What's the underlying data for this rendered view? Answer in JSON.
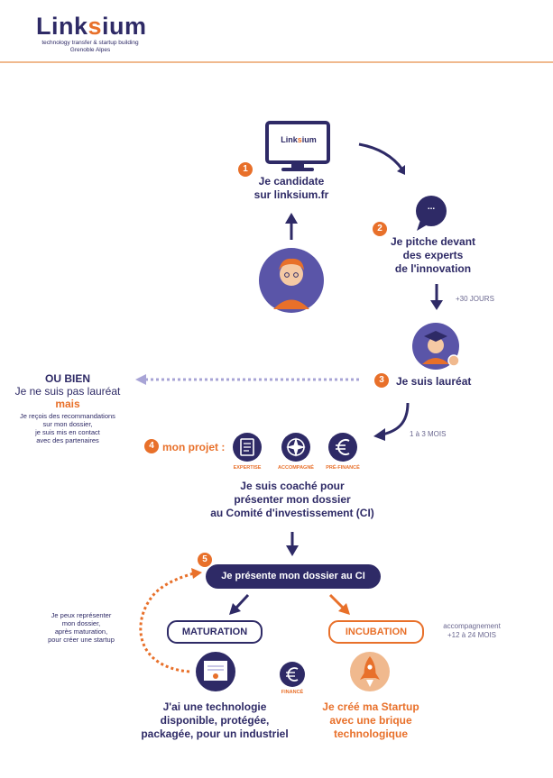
{
  "header": {
    "logo_text_a": "Link",
    "logo_text_o": "s",
    "logo_text_b": "ium",
    "tagline_1": "technology transfer & startup building",
    "tagline_2": "Grenoble Alpes"
  },
  "screen": {
    "logo_a": "Link",
    "logo_o": "s",
    "logo_b": "ium"
  },
  "steps": {
    "s1": {
      "num": "1",
      "line1": "Je candidate",
      "line2": "sur linksium.fr"
    },
    "s2": {
      "num": "2",
      "line1": "Je pitche devant",
      "line2": "des experts",
      "line3": "de l'innovation",
      "bubble": "..."
    },
    "s2_delay": "+30 JOURS",
    "s3": {
      "num": "3",
      "line1": "Je suis lauréat"
    },
    "s3_delay": "1 à 3 MOIS",
    "s4": {
      "num": "4",
      "label": "mon projet :"
    },
    "s4_icons": [
      {
        "label": "EXPERTISE"
      },
      {
        "label": "ACCOMPAGNÉ"
      },
      {
        "label": "PRÉ-FINANCÉ"
      }
    ],
    "coach": {
      "line1": "Je suis coaché pour",
      "line2": "présenter mon dossier",
      "line3": "au Comité d'investissement (CI)"
    },
    "s5": {
      "num": "5",
      "label": "Je présente mon dossier au CI"
    }
  },
  "or_else": {
    "title": "OU BIEN",
    "line1": "Je ne suis pas lauréat",
    "line2": "mais",
    "note1": "Je reçois des recommandations",
    "note2": "sur mon dossier,",
    "note3": "je suis mis en contact",
    "note4": "avec des partenaires"
  },
  "maturation": {
    "label": "MATURATION",
    "side1": "Je peux représenter",
    "side2": "mon dossier,",
    "side3": "après maturation,",
    "side4": "pour créer une startup",
    "result1": "J'ai une technologie",
    "result2": "disponible, protégée,",
    "result3": "packagée, pour un industriel"
  },
  "incubation": {
    "label": "INCUBATION",
    "side1": "accompagnement",
    "side2": "+12 à 24 MOIS",
    "result1": "Je créé ma Startup",
    "result2": "avec une brique",
    "result3": "technologique"
  },
  "finance_label": "FINANCÉ",
  "colors": {
    "navy": "#2e2a66",
    "orange": "#e8702a",
    "light_purple": "#a8a4d6"
  }
}
